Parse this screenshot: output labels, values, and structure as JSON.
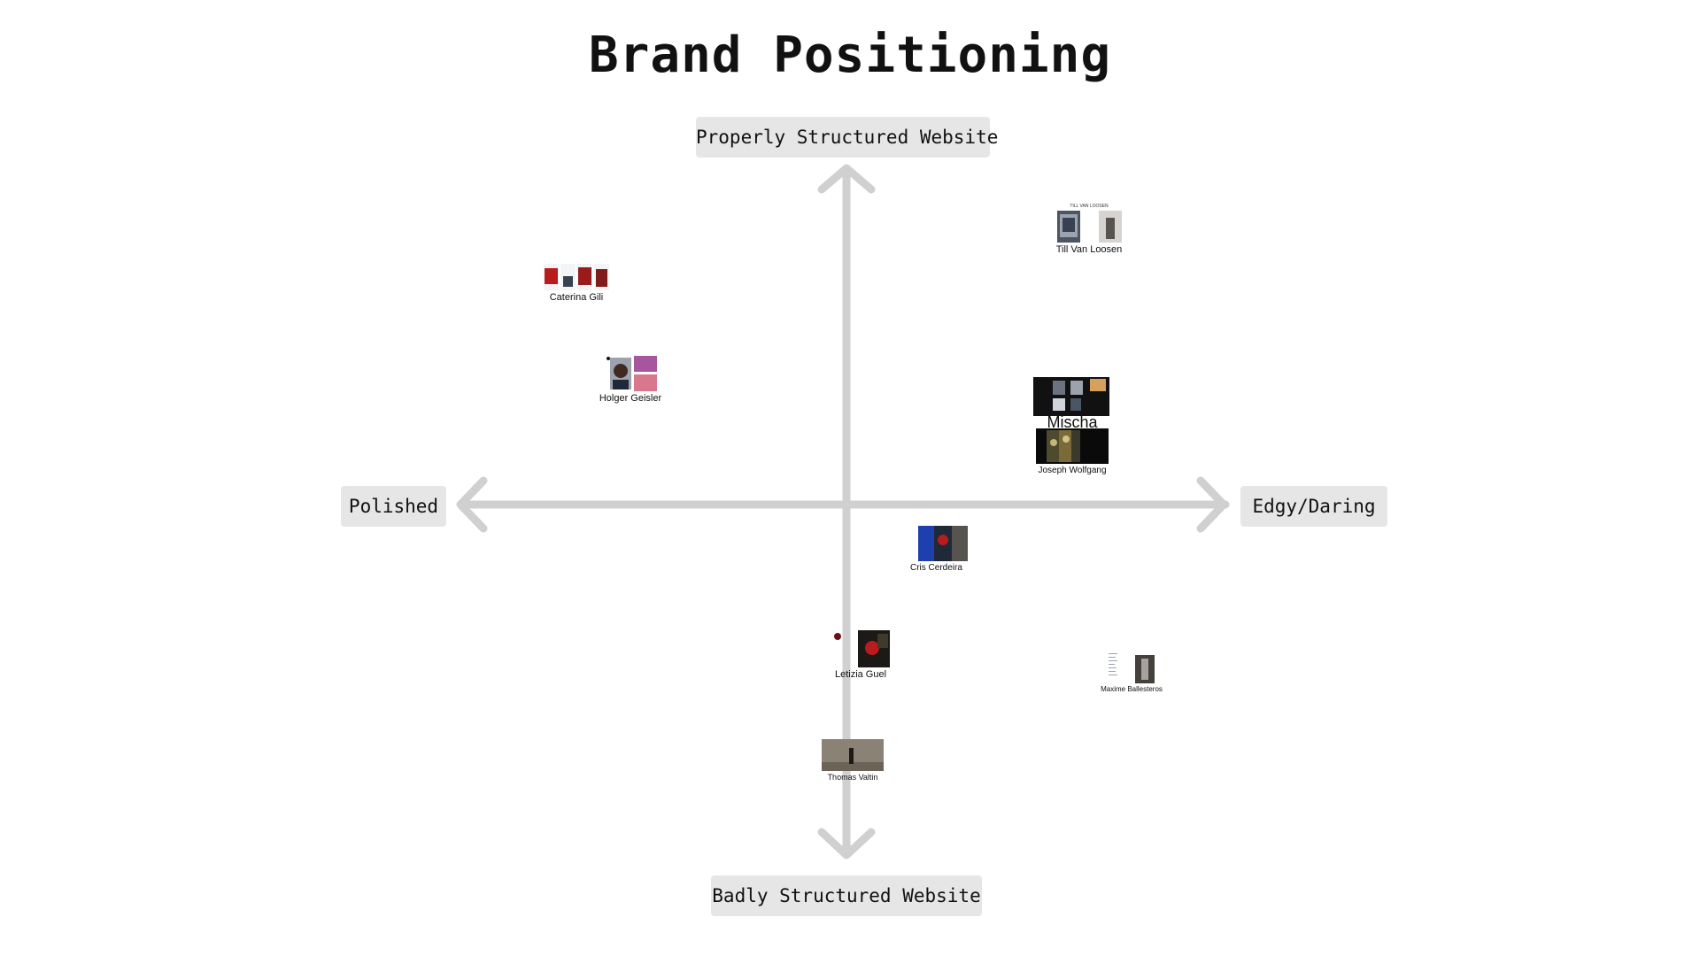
{
  "title": "Brand Positioning",
  "axes": {
    "top": "Properly Structured Website",
    "bottom": "Badly Structured Website",
    "left": "Polished",
    "right": "Edgy/Daring",
    "arrow_color": "#d0d0d0",
    "label_bg": "#e6e6e6"
  },
  "brands": [
    {
      "id": "till-van-loosen",
      "name": "Till Van Loosen",
      "header_text": "TILL VAN LOOSEN"
    },
    {
      "id": "caterina-gili",
      "name": "Caterina Gili"
    },
    {
      "id": "holger-geisler",
      "name": "Holger Geisler"
    },
    {
      "id": "mischa",
      "name": "Mischa"
    },
    {
      "id": "joseph-wolfgang",
      "name": "Joseph Wolfgang"
    },
    {
      "id": "cris-cerdeira",
      "name": "Cris Cerdeira"
    },
    {
      "id": "letizia-guel",
      "name": "Letizia Guel"
    },
    {
      "id": "maxime-ballesteros",
      "name": "Maxime Ballesteros"
    },
    {
      "id": "thomas-valtin",
      "name": "Thomas Valtin"
    }
  ]
}
